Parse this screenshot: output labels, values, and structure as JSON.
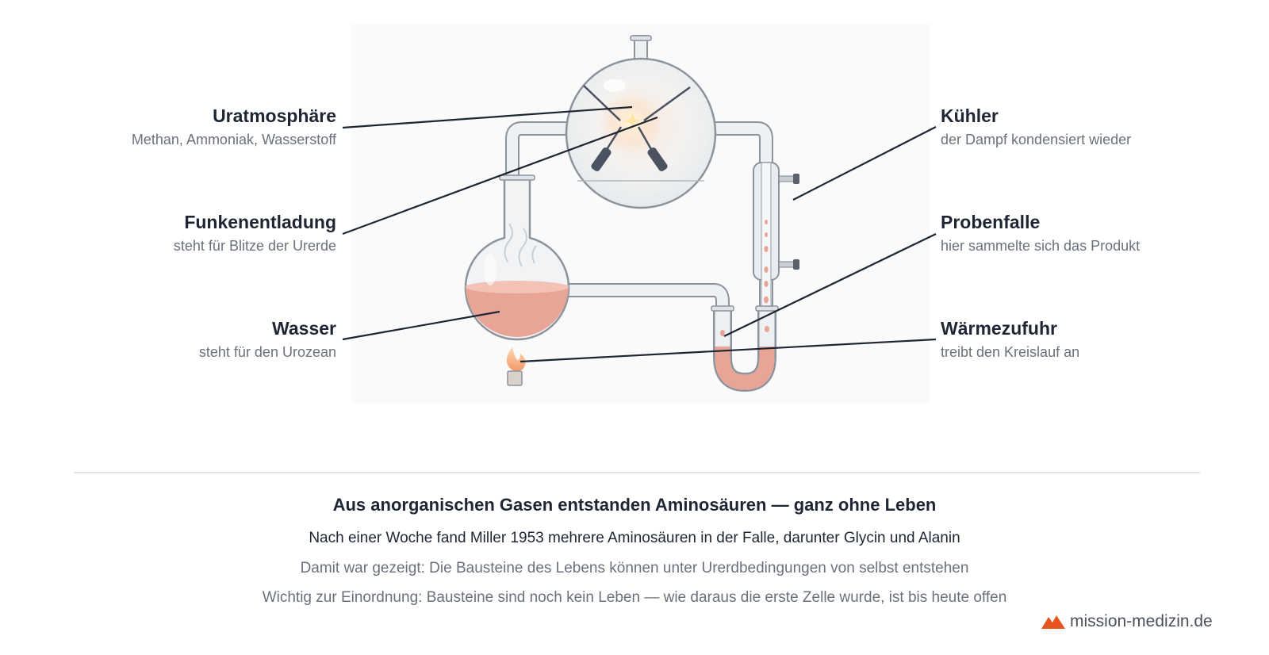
{
  "labels": {
    "uratmosphaere": {
      "title": "Uratmosphäre",
      "sub": "Methan, Ammoniak, Wasserstoff"
    },
    "funkenentladung": {
      "title": "Funkenentladung",
      "sub": "steht für Blitze der Urerde"
    },
    "wasser": {
      "title": "Wasser",
      "sub": "steht für den Urozean"
    },
    "kuehler": {
      "title": "Kühler",
      "sub": "der Dampf kondensiert wieder"
    },
    "probenfalle": {
      "title": "Probenfalle",
      "sub": "hier sammelte sich das Produkt"
    },
    "waermezufuhr": {
      "title": "Wärmezufuhr",
      "sub": "treibt den Kreislauf an"
    }
  },
  "caption": {
    "title": "Aus anorganischen Gasen entstanden Aminosäuren — ganz ohne Leben",
    "line1": "Nach einer Woche fand Miller 1953 mehrere Aminosäuren in der Falle, darunter Glycin und Alanin",
    "line2": "Damit war gezeigt: Die Bausteine des Lebens können unter Urerdbedingungen von selbst entstehen",
    "line3": "Wichtig zur Einordnung: Bausteine sind noch kein Leben — wie daraus die erste Zelle wurde, ist bis heute offen"
  },
  "brand": {
    "text": "mission-medizin.de",
    "icon": "mountain-logo-icon",
    "color": "#e8541f"
  },
  "colors": {
    "water": "#e8a596",
    "glass": "#eef1f4",
    "line": "#1e2633"
  }
}
